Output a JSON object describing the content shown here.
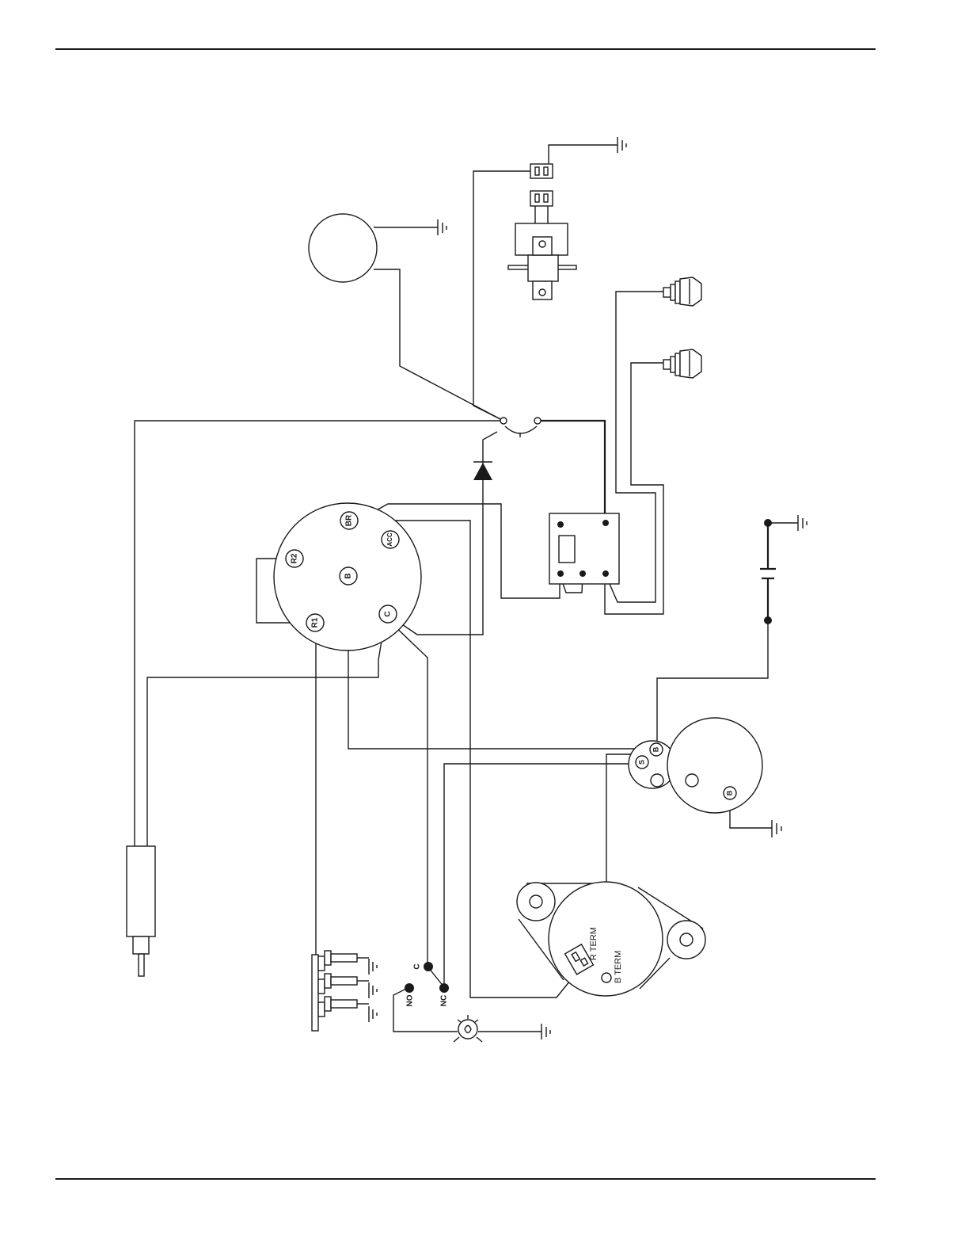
{
  "colors": {
    "ink": "#1a1a1a",
    "paper": "#ffffff"
  },
  "terminals": {
    "br": "BR",
    "acc": "ACC",
    "r2": "R2",
    "r1": "R1",
    "b": "B",
    "c": "C",
    "starter_b": "B",
    "starter_s": "S",
    "starter_ground_b": "B"
  },
  "alternator": {
    "r_term": "R TERM",
    "b_term": "B TERM"
  },
  "switch_contacts": {
    "c": "C",
    "no": "NO",
    "nc": "NC"
  },
  "icons": [
    "ground-icon",
    "diode-icon",
    "lamp-icon",
    "capacitor-icon"
  ]
}
